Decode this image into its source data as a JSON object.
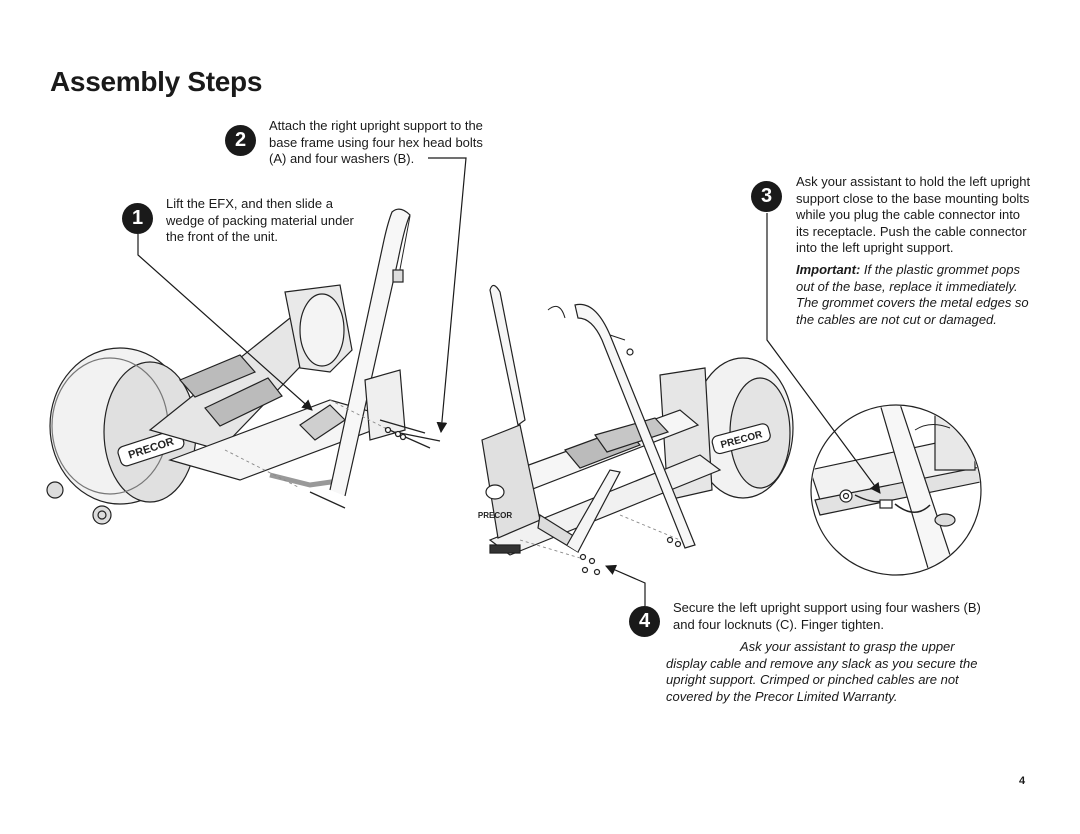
{
  "page": {
    "title": "Assembly Steps",
    "page_number": "4"
  },
  "steps": {
    "step1": {
      "number": "1",
      "lines": [
        "Lift the EFX, and then slide a",
        "wedge of packing material under",
        "the front of the unit."
      ]
    },
    "step2": {
      "number": "2",
      "lines": [
        "Attach the right upright support to the",
        "base frame using four hex head bolts",
        "(A) and four washers (B)."
      ]
    },
    "step3": {
      "number": "3",
      "lines": [
        "Ask your assistant to hold the left upright",
        "support close to the base mounting bolts",
        "while you plug the cable connector into",
        "its receptacle. Push the cable connector",
        "into the left upright support."
      ],
      "important_label": "Important:",
      "important_first_line": " If the plastic grommet pops",
      "important_lines": [
        "out of the base, replace it immediately.",
        "The grommet covers the metal edges so",
        "the cables are not cut or damaged."
      ]
    },
    "step4": {
      "number": "4",
      "lines": [
        "Secure the left upright support using four washers (B)",
        "and four locknuts (C). Finger tighten."
      ],
      "note_lines": [
        "Ask your assistant to grasp the upper",
        "display cable and remove any slack as you secure the",
        "upright support. Crimped or pinched cables are not",
        "covered by the Precor Limited Warranty."
      ]
    }
  },
  "illustrations": {
    "brand_mark": "PRECOR"
  },
  "icons": [
    "step-badge-icon",
    "callout-arrow-icon"
  ]
}
